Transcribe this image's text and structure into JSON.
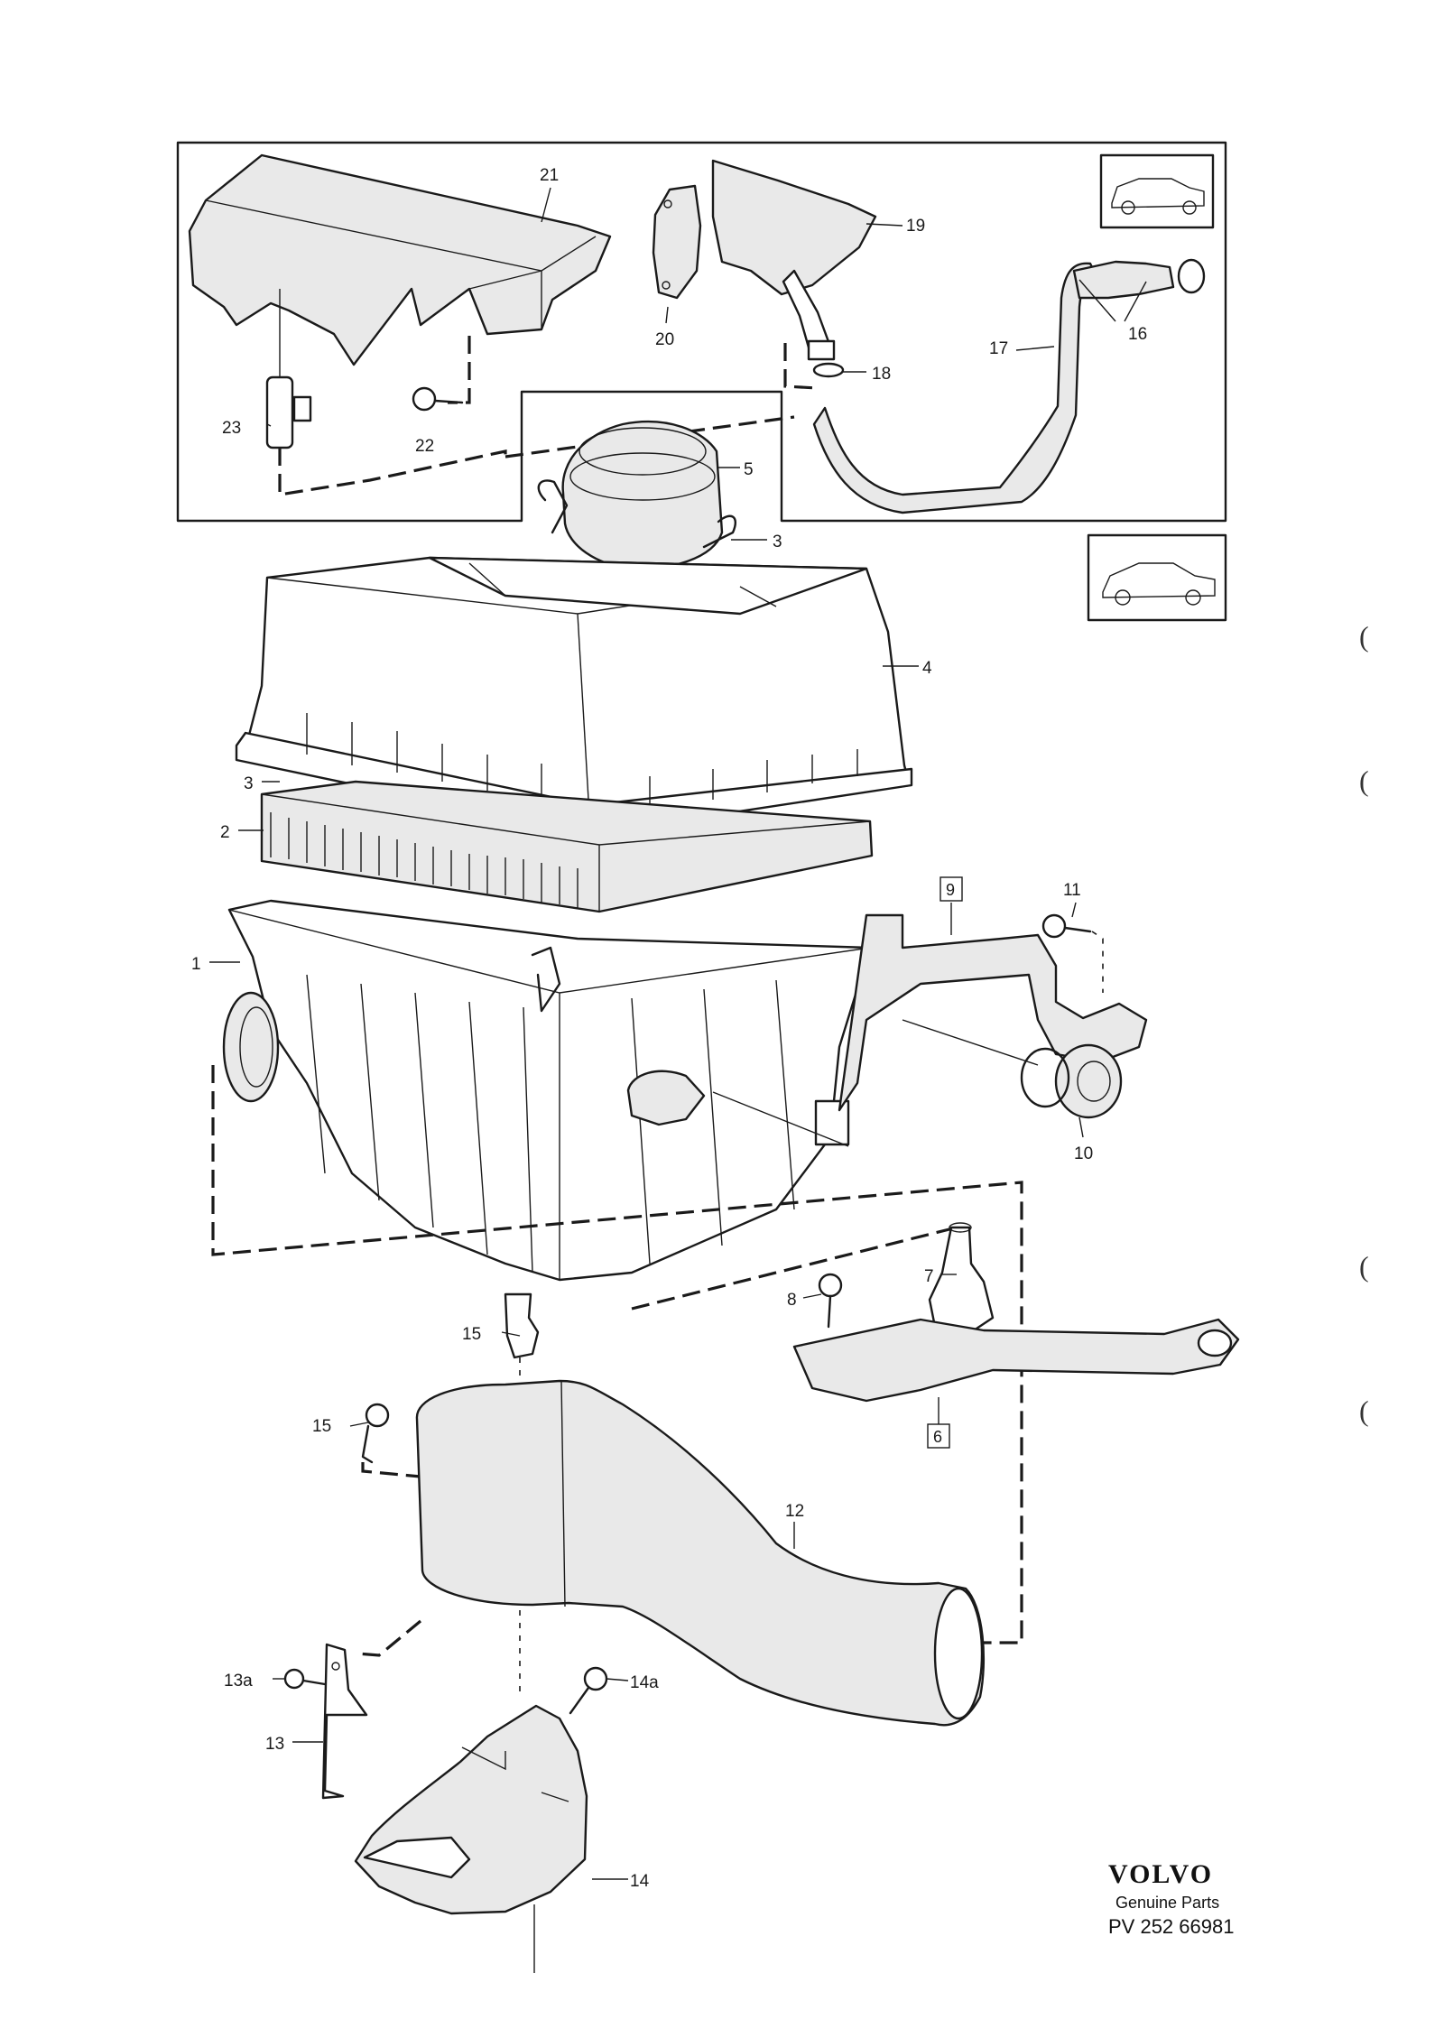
{
  "diagram": {
    "callouts": {
      "c1": "1",
      "c2": "2",
      "c3a": "3",
      "c3b": "3",
      "c4": "4",
      "c5": "5",
      "c6": "6",
      "c7": "7",
      "c8": "8",
      "c9": "9",
      "c10": "10",
      "c11": "11",
      "c12": "12",
      "c13": "13",
      "c13a": "13a",
      "c14": "14",
      "c14a": "14a",
      "c15a": "15",
      "c15b": "15",
      "c16": "16",
      "c17": "17",
      "c18": "18",
      "c19": "19",
      "c20": "20",
      "c21": "21",
      "c22": "22",
      "c23": "23"
    },
    "side_marks": [
      "(",
      "(",
      "(",
      "("
    ]
  },
  "branding": {
    "logo": "VOLVO",
    "subtitle": "Genuine Parts",
    "part_number": "PV 252 66981"
  }
}
